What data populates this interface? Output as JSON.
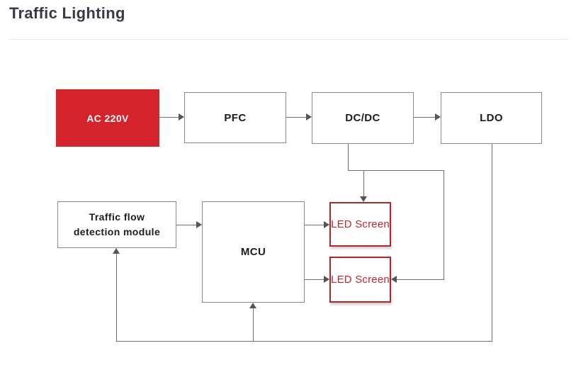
{
  "page": {
    "title": "Traffic Lighting"
  },
  "diagram": {
    "nodes": {
      "ac220v": {
        "label": "AC 220V"
      },
      "pfc": {
        "label": "PFC"
      },
      "dcdc": {
        "label": "DC/DC"
      },
      "ldo": {
        "label": "LDO"
      },
      "traffic_flow": {
        "label": "Traffic flow detection module"
      },
      "mcu": {
        "label": "MCU"
      },
      "led_screen_1": {
        "label": "LED Screen"
      },
      "led_screen_2": {
        "label": "LED Screen"
      }
    },
    "edges": [
      {
        "from": "ac220v",
        "to": "pfc"
      },
      {
        "from": "pfc",
        "to": "dcdc"
      },
      {
        "from": "dcdc",
        "to": "ldo"
      },
      {
        "from": "dcdc",
        "to": "led_screen_1"
      },
      {
        "from": "dcdc",
        "to": "led_screen_2"
      },
      {
        "from": "ldo",
        "to": "traffic_flow"
      },
      {
        "from": "ldo",
        "to": "mcu"
      },
      {
        "from": "traffic_flow",
        "to": "mcu"
      },
      {
        "from": "mcu",
        "to": "led_screen_1"
      },
      {
        "from": "mcu",
        "to": "led_screen_2"
      }
    ],
    "colors": {
      "source_fill": "#d6232b",
      "source_text": "#ffffff",
      "led_border": "#b8222a",
      "led_text": "#c5272e",
      "box_border": "#8a8a8a",
      "connector": "#707070",
      "arrowhead": "#555555",
      "title_text": "#3a3948",
      "divider": "#e7e7e7"
    }
  }
}
